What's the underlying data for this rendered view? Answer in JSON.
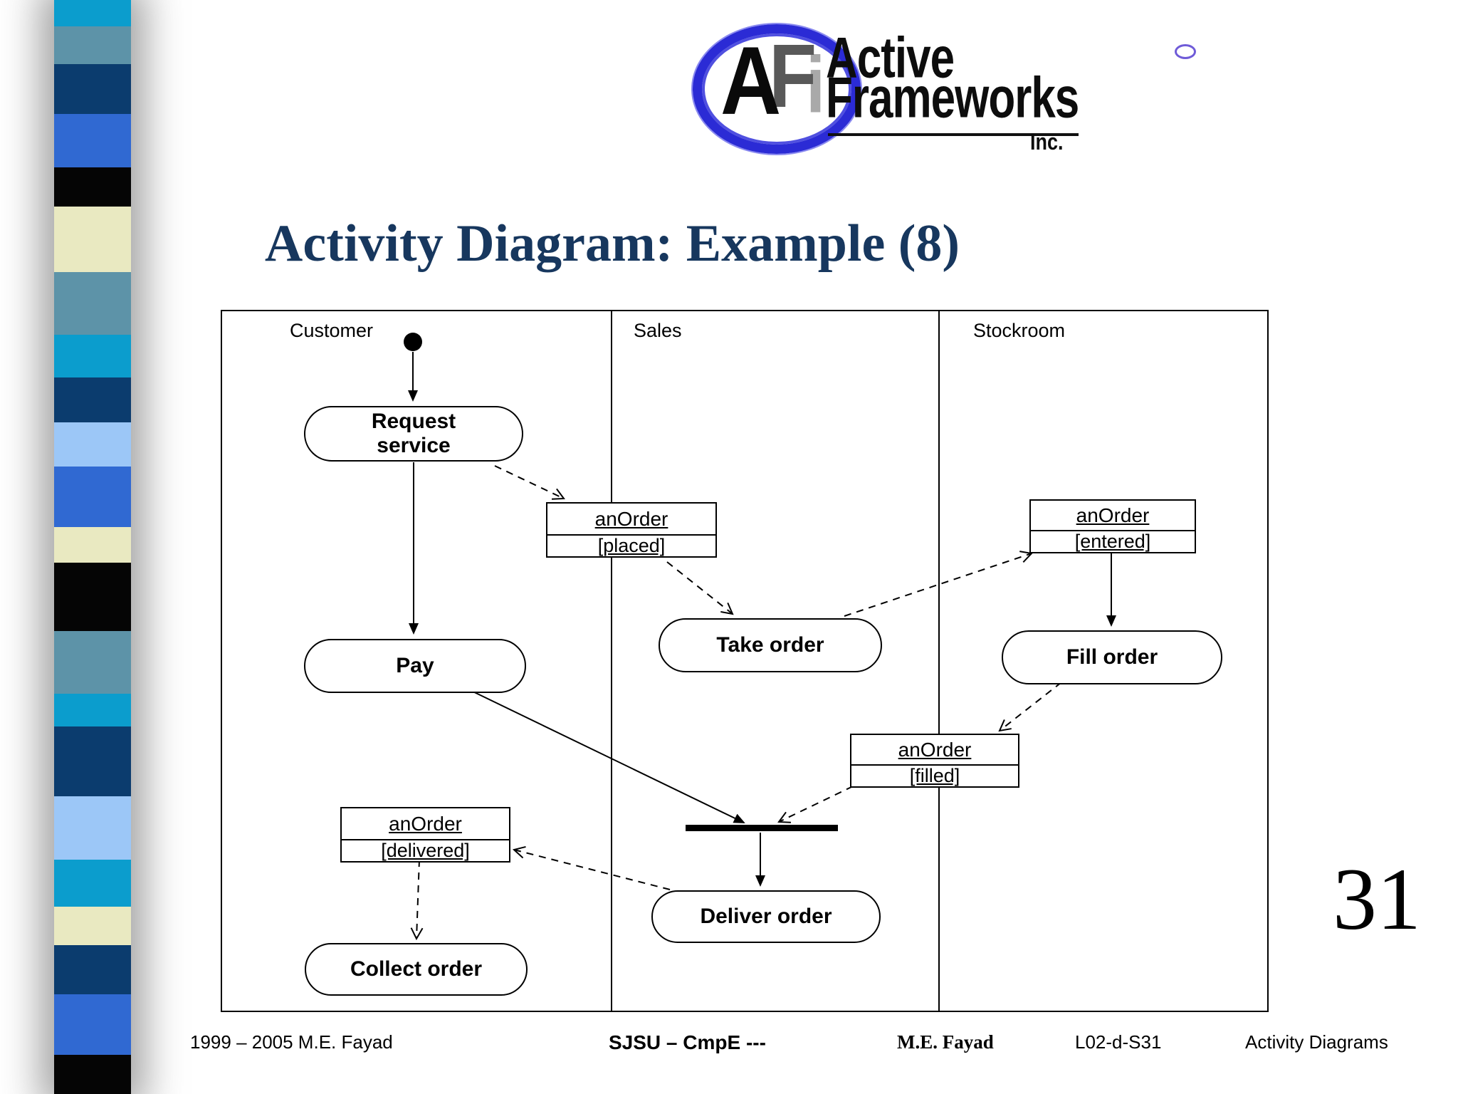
{
  "slide": {
    "title": "Activity Diagram: Example (8)",
    "page_number": "31"
  },
  "logo": {
    "monogram": {
      "a": "A",
      "f": "F",
      "i": "i"
    },
    "line1": "Active",
    "line2": "Frameworks",
    "suffix": "Inc."
  },
  "colors": {
    "title_text": "#17375E",
    "logo_ring_blue": "#2b2bd5",
    "ink": "#000000",
    "ribbon_cyan": "#0b9dcd",
    "ribbon_steel": "#5d93a8",
    "ribbon_navy": "#0b3c6e",
    "ribbon_blue": "#3069d2",
    "ribbon_black": "#050505",
    "ribbon_cream": "#e9e9c1",
    "ribbon_lightblue": "#9cc7f7"
  },
  "ribbon_bands": [
    {
      "color": "#0b9dcd",
      "h": 37
    },
    {
      "color": "#5d93a8",
      "h": 53
    },
    {
      "color": "#0b3c6e",
      "h": 70
    },
    {
      "color": "#3069d2",
      "h": 75
    },
    {
      "color": "#050505",
      "h": 55
    },
    {
      "color": "#e9e9c1",
      "h": 92
    },
    {
      "color": "#5d93a8",
      "h": 88
    },
    {
      "color": "#0b9dcd",
      "h": 60
    },
    {
      "color": "#0b3c6e",
      "h": 63
    },
    {
      "color": "#9cc7f7",
      "h": 62
    },
    {
      "color": "#3069d2",
      "h": 85
    },
    {
      "color": "#e9e9c1",
      "h": 50
    },
    {
      "color": "#050505",
      "h": 96
    },
    {
      "color": "#5d93a8",
      "h": 88
    },
    {
      "color": "#0b9dcd",
      "h": 46
    },
    {
      "color": "#0b3c6e",
      "h": 98
    },
    {
      "color": "#9cc7f7",
      "h": 89
    },
    {
      "color": "#0b9dcd",
      "h": 66
    },
    {
      "color": "#e9e9c1",
      "h": 54
    },
    {
      "color": "#0b3c6e",
      "h": 69
    },
    {
      "color": "#3069d2",
      "h": 85
    },
    {
      "color": "#050505",
      "h": 55
    }
  ],
  "diagram": {
    "lanes": [
      {
        "label": "Customer"
      },
      {
        "label": "Sales"
      },
      {
        "label": "Stockroom"
      }
    ],
    "nodes": {
      "request_service": "Request service",
      "pay": "Pay",
      "take_order": "Take order",
      "fill_order": "Fill order",
      "deliver_order": "Deliver order",
      "collect_order": "Collect order"
    },
    "objects": {
      "placed": {
        "title": "anOrder",
        "state": "[placed]"
      },
      "entered": {
        "title": "anOrder",
        "state": "[entered]"
      },
      "filled": {
        "title": "anOrder",
        "state": "[filled]"
      },
      "delivered": {
        "title": "anOrder",
        "state": "[delivered]"
      }
    }
  },
  "footer": {
    "copyright": "1999 – 2005 M.E. Fayad",
    "course": "SJSU – CmpE ---",
    "author": "M.E. Fayad",
    "slide_id": "L02-d-S31",
    "topic": "Activity Diagrams"
  }
}
